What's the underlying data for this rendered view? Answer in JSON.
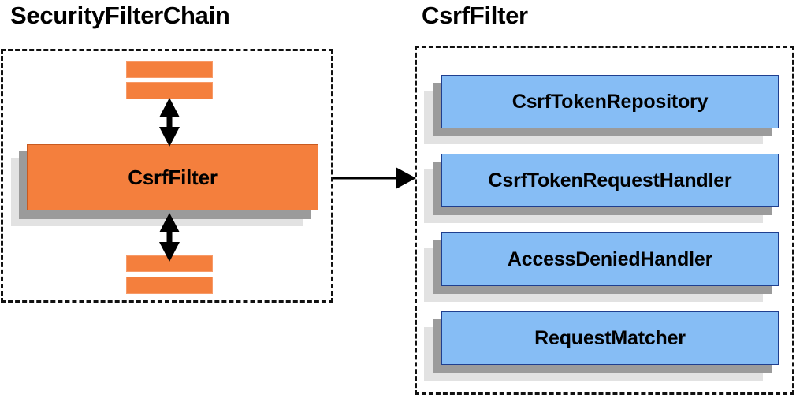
{
  "diagram": {
    "title_note": "Spring Security CsrfFilter collaboration diagram",
    "panels": [
      {
        "id": "security-filter-chain",
        "title": "SecurityFilterChain",
        "main_node": {
          "label": "CsrfFilter",
          "fill": "#f47f3d",
          "border": "#c85a20"
        },
        "stub_bars": 4,
        "bar_fill": "#f47f3d"
      },
      {
        "id": "csrf-filter",
        "title": "CsrfFilter",
        "nodes": [
          {
            "label": "CsrfTokenRepository",
            "fill": "#86bdf5",
            "border": "#1f3f8f"
          },
          {
            "label": "CsrfTokenRequestHandler",
            "fill": "#86bdf5",
            "border": "#1f3f8f"
          },
          {
            "label": "AccessDeniedHandler",
            "fill": "#86bdf5",
            "border": "#1f3f8f"
          },
          {
            "label": "RequestMatcher",
            "fill": "#86bdf5",
            "border": "#1f3f8f"
          }
        ]
      }
    ],
    "connectors": [
      {
        "name": "chain-up-arrow",
        "style": "double-headed-vertical"
      },
      {
        "name": "chain-down-arrow",
        "style": "double-headed-vertical"
      },
      {
        "name": "panel-link-arrow",
        "style": "single-headed-horizontal"
      }
    ],
    "colors": {
      "orange": "#f47f3d",
      "orange_border": "#c85a20",
      "blue": "#86bdf5",
      "blue_border": "#1f3f8f",
      "shadow_dark": "#9b9b9b",
      "shadow_light": "#e2e2e2",
      "outline": "#111111",
      "background": "#ffffff"
    }
  }
}
